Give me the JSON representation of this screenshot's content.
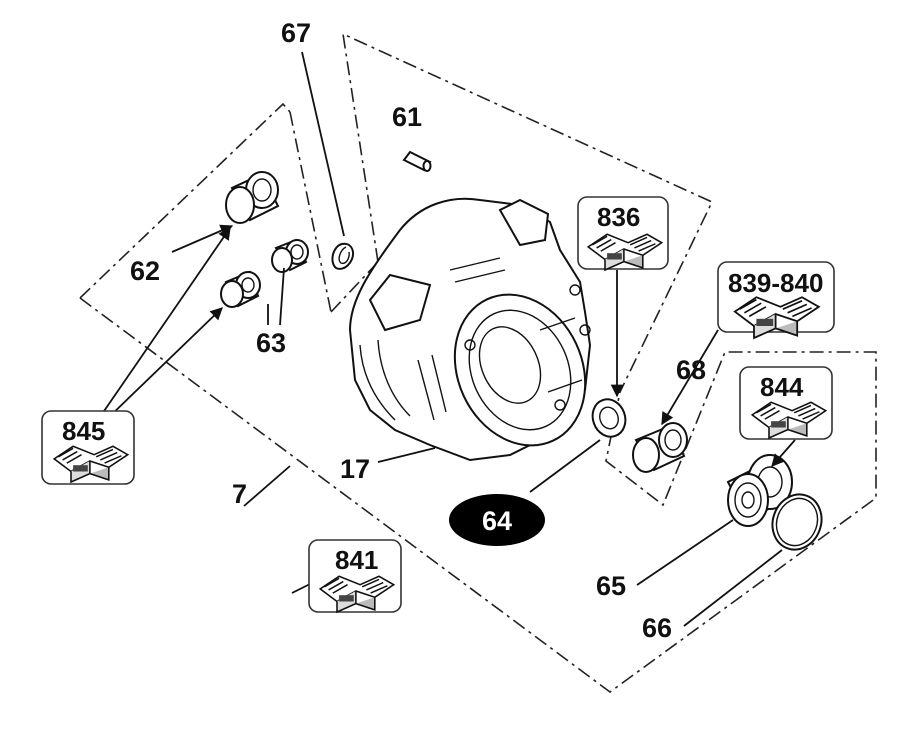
{
  "labels": {
    "l67": "67",
    "l61": "61",
    "l62": "62",
    "l63": "63",
    "l17": "17",
    "l7": "7",
    "l68": "68",
    "l65": "65",
    "l66": "66"
  },
  "highlighted_label": "64",
  "kits": {
    "k836": "836",
    "k839": "839-840",
    "k844": "844",
    "k845": "845",
    "k841": "841"
  },
  "icons": {
    "kit": "kit-tray-icon"
  },
  "colors": {
    "line": "#111111",
    "highlight_fill": "#000000",
    "highlight_text": "#ffffff"
  }
}
